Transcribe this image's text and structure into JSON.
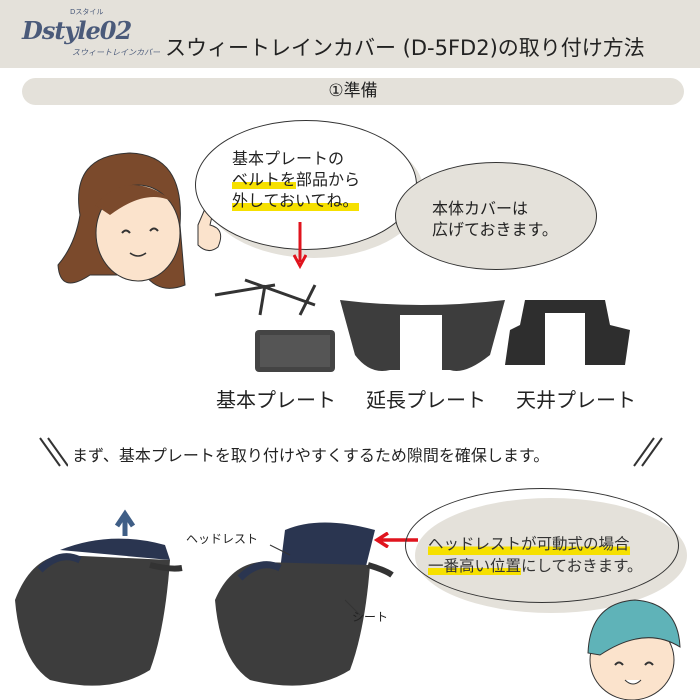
{
  "header": {
    "logo_text": "Dstyle02",
    "logo_sub_top": "Dスタイル",
    "logo_sub_bottom": "スウィートレインカバー",
    "title": "スウィートレインカバー (D-5FD2)の取り付け方法"
  },
  "section": {
    "title": "①準備"
  },
  "bubble1": {
    "line1": "基本プレートの",
    "line2a": "ベルトを",
    "line2b": "部品から",
    "line3": "外しておいてね。"
  },
  "bubble2": {
    "line1": "本体カバーは",
    "line2": "広げておきます。"
  },
  "parts": [
    {
      "label": "基本プレート"
    },
    {
      "label": "延長プレート"
    },
    {
      "label": "天井プレート"
    }
  ],
  "instruction": "まず、基本プレートを取り付けやすくするため隙間を確保します。",
  "photo_labels": {
    "headrest": "ヘッドレスト",
    "seat": "シート"
  },
  "bubble3": {
    "line1": "ヘッドレストが可動式の場合",
    "line2a": "一番高い位置",
    "line2b": "にしておきます。"
  },
  "colors": {
    "band": "#e4e1da",
    "highlight": "#f6e000",
    "arrow_red": "#e0141e",
    "logo": "#4a5a7a"
  }
}
